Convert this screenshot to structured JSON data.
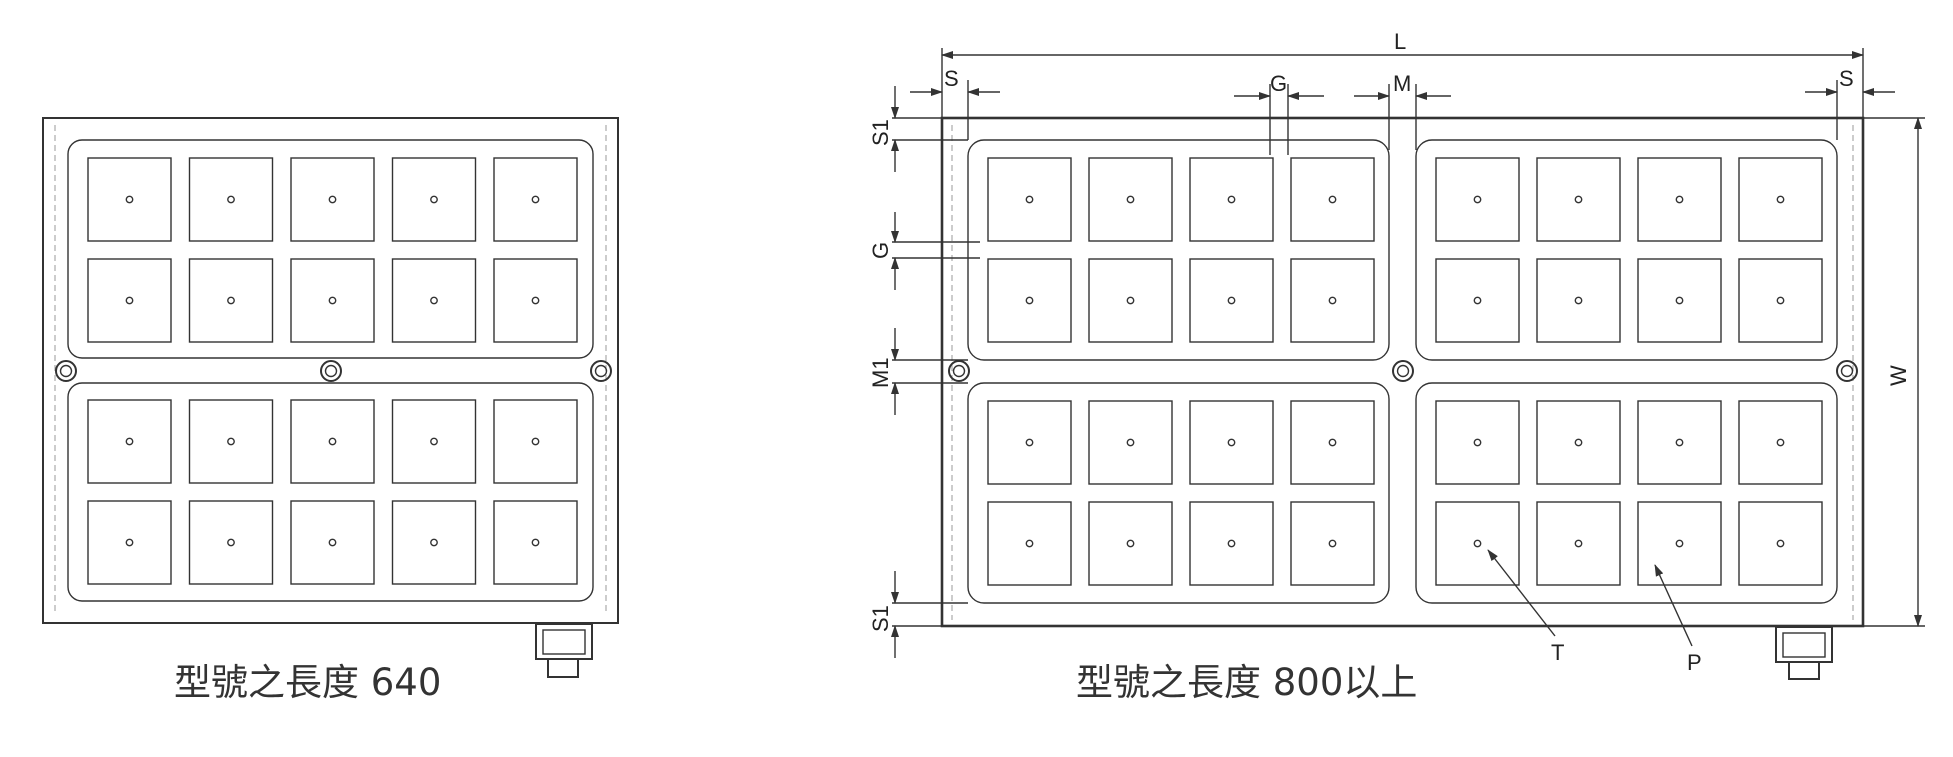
{
  "left_view": {
    "caption": "型號之長度 640",
    "poles": {
      "cols": 5,
      "rows_per_block": 2,
      "blocks": 2
    }
  },
  "right_view": {
    "caption": "型號之長度 800以上",
    "poles": {
      "cols_per_block": 4,
      "rows_per_block": 2,
      "block_cols": 2,
      "block_rows": 2
    }
  },
  "dimension_labels": {
    "L": "L",
    "W": "W",
    "S_left": "S",
    "S_right": "S",
    "G_top": "G",
    "M_top": "M",
    "S1_top": "S1",
    "G_left": "G",
    "M1_left": "M1",
    "S1_bottom": "S1",
    "T": "T",
    "P": "P"
  },
  "colors": {
    "line": "#333333",
    "background": "#ffffff"
  }
}
